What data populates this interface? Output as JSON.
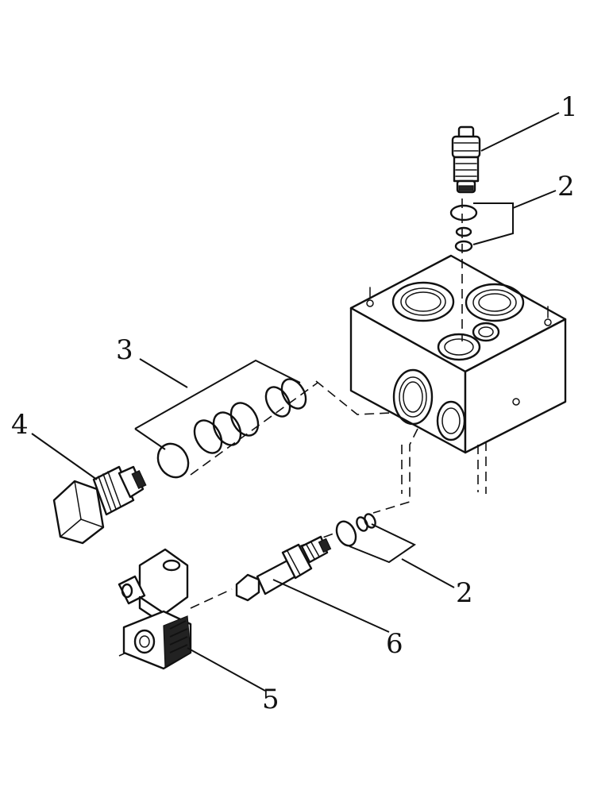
{
  "callouts": {
    "c1": "1",
    "c2_top": "2",
    "c3": "3",
    "c4": "4",
    "c2_bottom": "2",
    "c6": "6",
    "c5": "5"
  }
}
